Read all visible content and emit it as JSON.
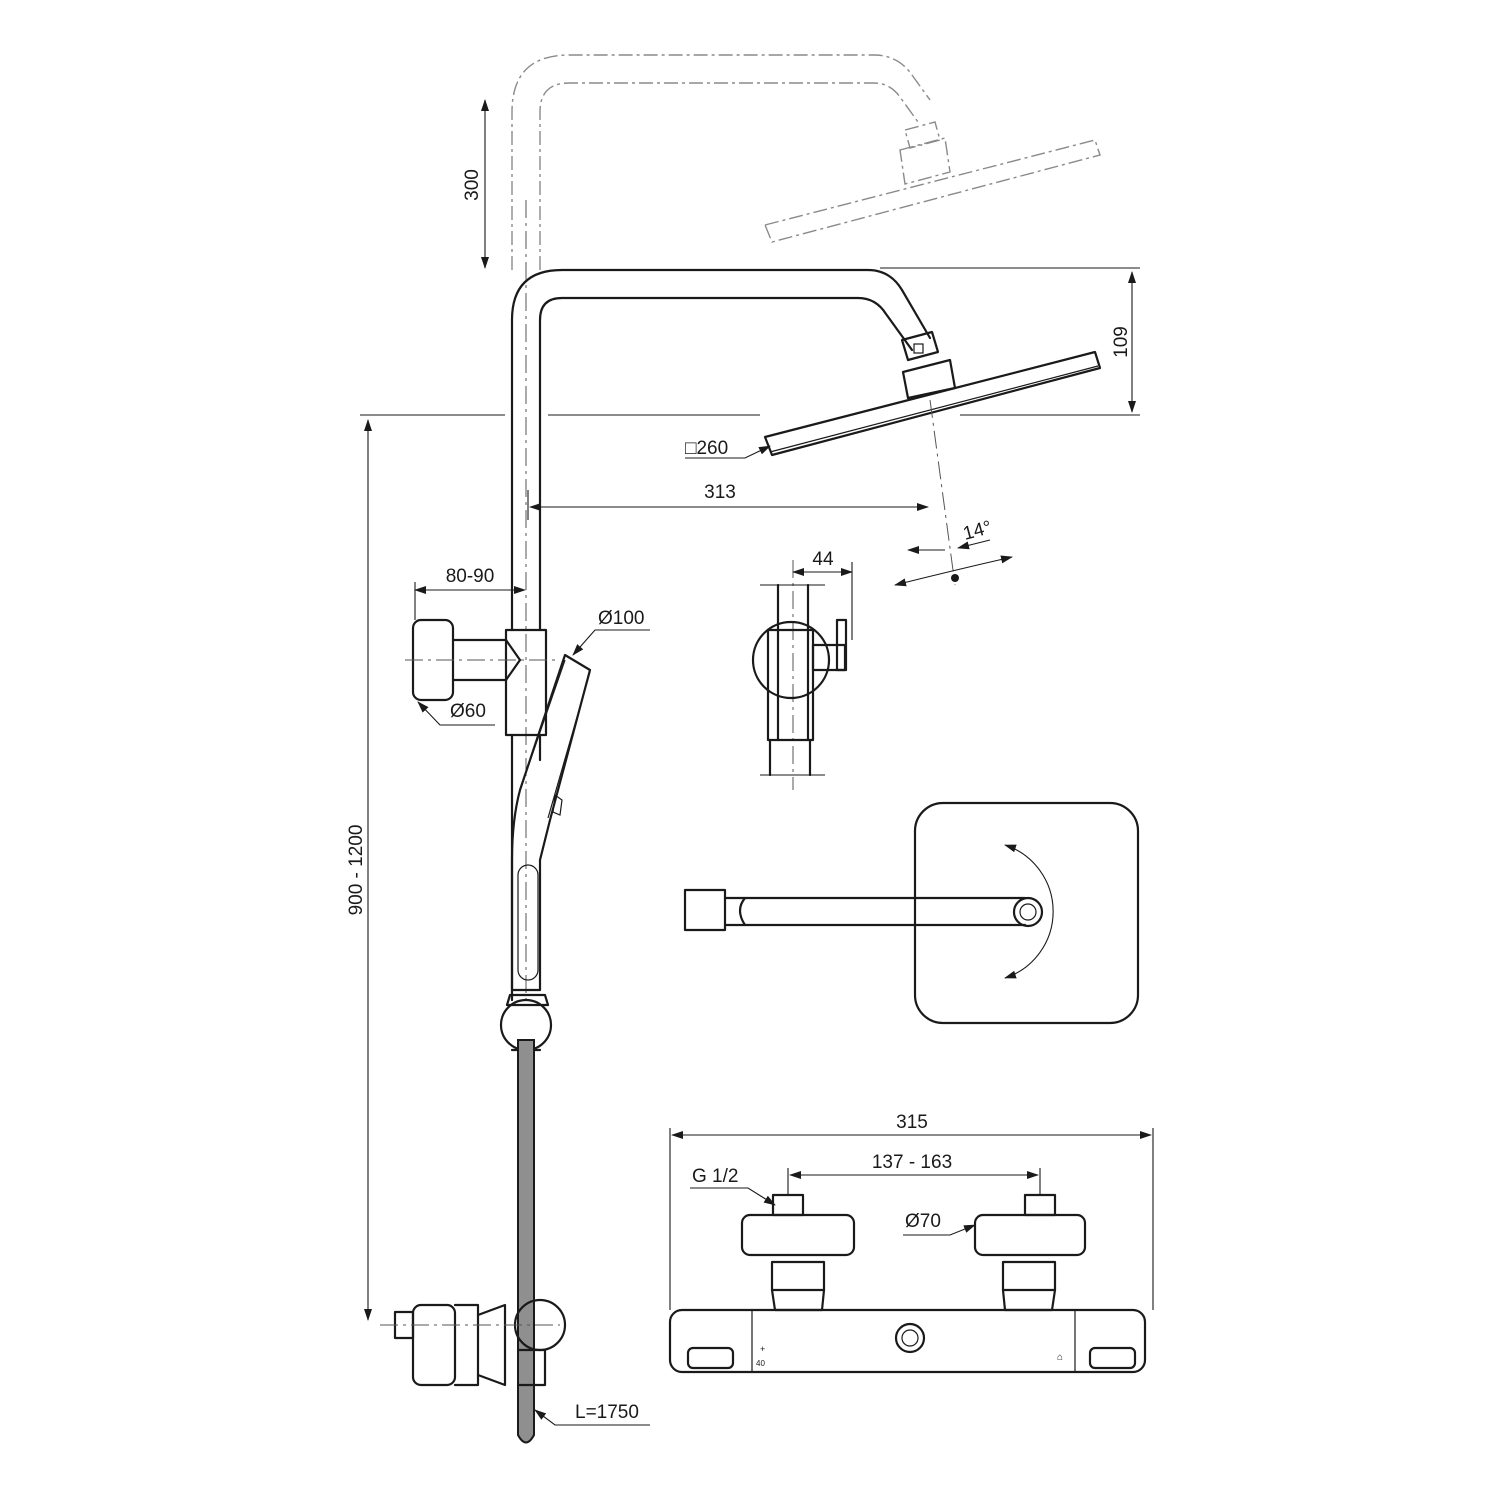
{
  "drawing": {
    "dimensions": {
      "head_adjust": "300",
      "head_height": "109",
      "head_size": "□260",
      "arm_length": "313",
      "tilt_angle": "14°",
      "width_44": "44",
      "bracket_offset": "80-90",
      "hand_shower_dia": "Ø100",
      "bracket_dia": "Ø60",
      "height_range": "900 - 1200",
      "hose_length": "L=1750",
      "mixer_width": "315",
      "inlet_spacing": "137 - 163",
      "thread": "G 1/2",
      "escutcheon_dia": "Ø70"
    },
    "mixer_markings": {
      "plus": "+",
      "temp": "40",
      "minus": "−"
    }
  }
}
